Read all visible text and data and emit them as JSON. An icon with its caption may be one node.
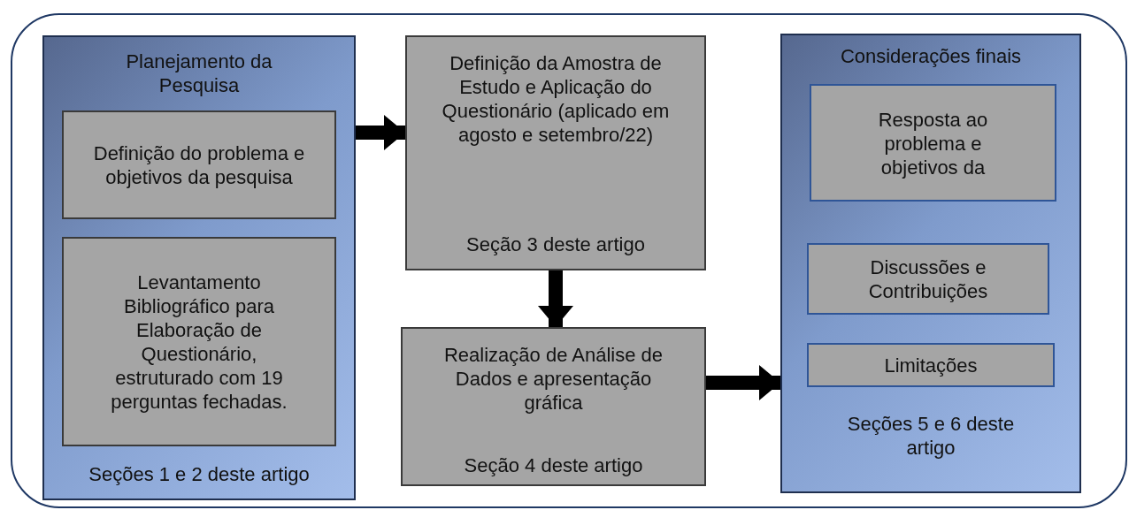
{
  "diagram": {
    "nodes": [
      {
        "text": [],
        "shape": "box"
      },
      {
        "text": [
          "Planejamento da Pesquisa",
          "Seções 1 e 2 deste artigo"
        ],
        "in": 0
      },
      {
        "text": [
          "Definição do problema e objetivos da pesquisa"
        ],
        "in": 1
      },
      {
        "text": [
          "Levantamento Bibliográfico para Elaboração de Questionário, estruturado com 19 perguntas fechadas."
        ],
        "in": 1
      },
      {
        "text": [
          "Definição da Amostra de Estudo e Aplicação do Questionário (aplicado em agosto e setembro/22)",
          "Seção 3 deste artigo"
        ],
        "in": 0
      },
      {
        "text": [
          "Realização de Análise de Dados e apresentação gráfica",
          "Seção 4 deste artigo"
        ],
        "in": 0
      },
      {
        "text": [
          "Considerações finais",
          "Seções 5 e 6 deste artigo"
        ],
        "in": 0
      },
      {
        "text": [
          "Resposta ao problema e objetivos da"
        ],
        "in": 6
      },
      {
        "text": [
          "Discussões e Contribuições"
        ],
        "in": 6
      },
      {
        "text": [
          "Limitações"
        ],
        "in": 6
      }
    ],
    "edges": [
      {
        "from": 1,
        "to": 4,
        "arrow": "to"
      },
      {
        "from": 4,
        "to": 5,
        "arrow": "to"
      },
      {
        "from": 5,
        "to": 6,
        "arrow": "to"
      }
    ]
  }
}
